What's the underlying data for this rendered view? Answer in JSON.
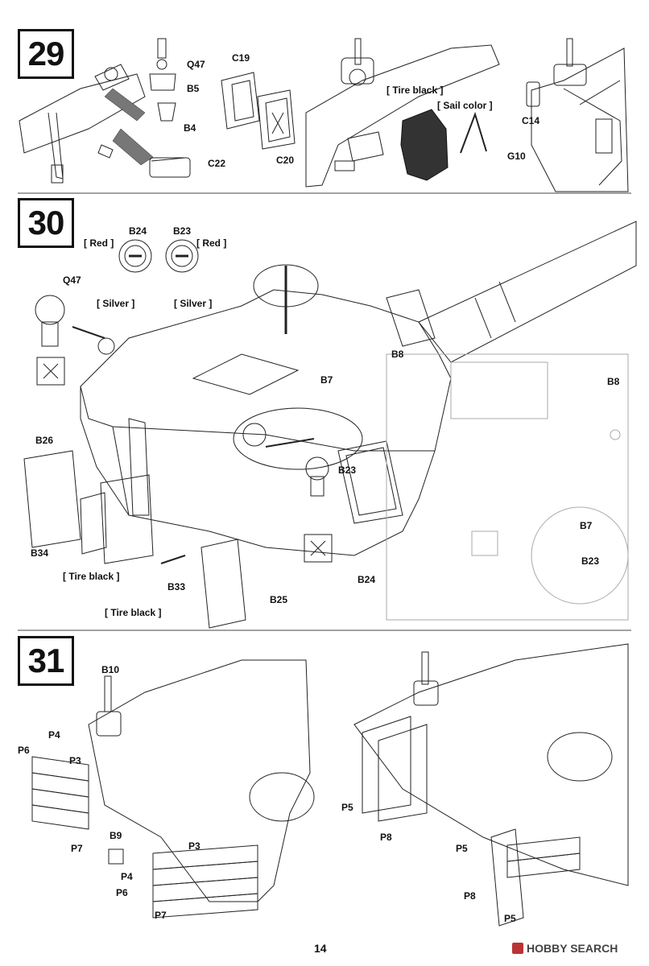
{
  "page_number": "14",
  "watermark": "HOBBY SEARCH",
  "steps": [
    {
      "number": "29",
      "parts": [
        "Q47",
        "B5",
        "B4",
        "C22",
        "C19",
        "C20",
        "C14",
        "G10"
      ],
      "paints": [
        "[ Tire black ]",
        "[ Sail color ]"
      ]
    },
    {
      "number": "30",
      "parts": [
        "B24",
        "B23",
        "B8",
        "B7",
        "B26",
        "B34",
        "B33",
        "B25",
        "B23",
        "B24",
        "B8",
        "B7",
        "B23"
      ],
      "paints": [
        "[ Red ]",
        "[ Red ]",
        "[ Silver ]",
        "[ Silver ]",
        "[ Tire black ]",
        "[ Tire black ]"
      ]
    },
    {
      "number": "31",
      "parts": [
        "B10",
        "P4",
        "P6",
        "P3",
        "P7",
        "B9",
        "P3",
        "P4",
        "P6",
        "P7",
        "P5",
        "P8",
        "P5",
        "P8",
        "P5"
      ]
    }
  ]
}
